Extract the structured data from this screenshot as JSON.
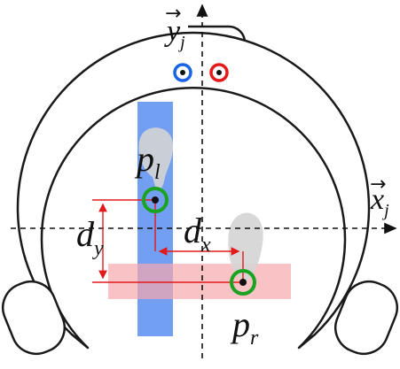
{
  "diagram": {
    "axes": {
      "y_label": {
        "main": "y",
        "arrow": "⃗",
        "sub": "j"
      },
      "x_label": {
        "main": "x",
        "arrow": "⃗",
        "sub": "j"
      }
    },
    "points": {
      "left": {
        "main": "p",
        "sub": "l"
      },
      "right": {
        "main": "p",
        "sub": "r"
      }
    },
    "dimensions": {
      "dx": {
        "main": "d",
        "sub": "x"
      },
      "dy": {
        "main": "d",
        "sub": "y"
      }
    },
    "colors": {
      "frame_stroke": "#1a1a1a",
      "blue_band": "#5b8ef0",
      "pink_band": "#f7a8ad",
      "grey_blob": "#cfcfcf",
      "green_ring": "#1aa321",
      "dimension_red": "#e31a1c",
      "marker_blue": "#1a63e6",
      "marker_red": "#e31a1c"
    }
  }
}
